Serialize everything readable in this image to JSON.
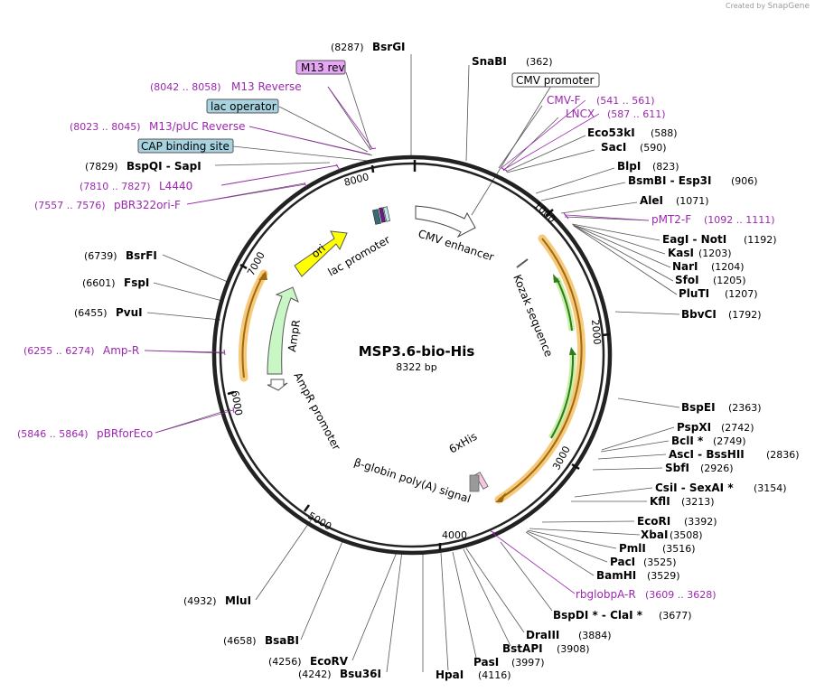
{
  "credit": {
    "prefix": "Created by",
    "brand": "SnapGene"
  },
  "plasmid": {
    "name": "MSP3.6-bio-His",
    "size": "8322 bp"
  },
  "ticks": [
    "1000",
    "2000",
    "3000",
    "4000",
    "5000",
    "6000",
    "7000",
    "8000"
  ],
  "sites_right": [
    {
      "name": "SnaBI",
      "pos": "(362)"
    },
    {
      "name": "Eco53kI",
      "pos": "(588)"
    },
    {
      "name": "SacI",
      "pos": "(590)"
    },
    {
      "name": "BlpI",
      "pos": "(823)"
    },
    {
      "name": "BsmBI - Esp3I",
      "pos": "(906)"
    },
    {
      "name": "AleI",
      "pos": "(1071)"
    },
    {
      "name": "EagI - NotI",
      "pos": "(1192)"
    },
    {
      "name": "KasI",
      "pos": "(1203)"
    },
    {
      "name": "NarI",
      "pos": "(1204)"
    },
    {
      "name": "SfoI",
      "pos": "(1205)"
    },
    {
      "name": "PluTI",
      "pos": "(1207)"
    },
    {
      "name": "BbvCI",
      "pos": "(1792)"
    },
    {
      "name": "BspEI",
      "pos": "(2363)"
    },
    {
      "name": "PspXI",
      "pos": "(2742)"
    },
    {
      "name": "BclI *",
      "pos": "(2749)"
    },
    {
      "name": "AscI - BssHII",
      "pos": "(2836)"
    },
    {
      "name": "SbfI",
      "pos": "(2926)"
    },
    {
      "name": "CsiI - SexAI *",
      "pos": "(3154)"
    },
    {
      "name": "KflI",
      "pos": "(3213)"
    },
    {
      "name": "EcoRI",
      "pos": "(3392)"
    },
    {
      "name": "XbaI",
      "pos": "(3508)"
    },
    {
      "name": "PmlI",
      "pos": "(3516)"
    },
    {
      "name": "PacI",
      "pos": "(3525)"
    },
    {
      "name": "BamHI",
      "pos": "(3529)"
    },
    {
      "name": "BspDI * - ClaI *",
      "pos": "(3677)"
    },
    {
      "name": "DraIII",
      "pos": "(3884)"
    },
    {
      "name": "BstAPI",
      "pos": "(3908)"
    },
    {
      "name": "PasI",
      "pos": "(3997)"
    },
    {
      "name": "HpaI",
      "pos": "(4116)"
    }
  ],
  "sites_left": [
    {
      "name": "BsrGI",
      "pos": "(8287)"
    },
    {
      "name": "BspQI - SapI",
      "pos": "(7829)"
    },
    {
      "name": "BsrFI",
      "pos": "(6739)"
    },
    {
      "name": "FspI",
      "pos": "(6601)"
    },
    {
      "name": "PvuI",
      "pos": "(6455)"
    },
    {
      "name": "MluI",
      "pos": "(4932)"
    },
    {
      "name": "BsaBI",
      "pos": "(4658)"
    },
    {
      "name": "EcoRV",
      "pos": "(4256)"
    },
    {
      "name": "Bsu36I",
      "pos": "(4242)"
    }
  ],
  "primers": [
    {
      "name": "CMV-F",
      "range": "(541 .. 561)"
    },
    {
      "name": "LNCX",
      "range": "(587 .. 611)"
    },
    {
      "name": "pMT2-F",
      "range": "(1092 .. 1111)"
    },
    {
      "name": "rbglobpA-R",
      "range": "(3609 .. 3628)"
    },
    {
      "name": "M13 Reverse",
      "range": "(8042 .. 8058)"
    },
    {
      "name": "M13/pUC Reverse",
      "range": "(8023 .. 8045)"
    },
    {
      "name": "L4440",
      "range": "(7810 .. 7827)"
    },
    {
      "name": "pBR322ori-F",
      "range": "(7557 .. 7576)"
    },
    {
      "name": "Amp-R",
      "range": "(6255 .. 6274)"
    },
    {
      "name": "pBRforEco",
      "range": "(5846 .. 5864)"
    }
  ],
  "boxed_features": [
    {
      "name": "M13 rev"
    },
    {
      "name": "lac operator"
    },
    {
      "name": "CAP binding site"
    },
    {
      "name": "CMV promoter"
    }
  ],
  "features": {
    "cmv_enhancer": "CMV enhancer",
    "kozak": "Kozak sequence",
    "his": "6xHis",
    "bglobin": "β-globin poly(A) signal",
    "ampr_promoter": "AmpR promoter",
    "ampr": "AmpR",
    "ori": "ori",
    "lac_promoter": "lac promoter"
  },
  "colors": {
    "backbone": "#222222",
    "primer": "#9c27b0",
    "orf_orange": "#f5a623",
    "orf_green": "#2e7d1a",
    "ori_yellow": "#ffff00",
    "ampr_green": "#c8f7c5",
    "boxed_teal": "#a6d3df",
    "boxed_purple": "#e6a6f5"
  }
}
